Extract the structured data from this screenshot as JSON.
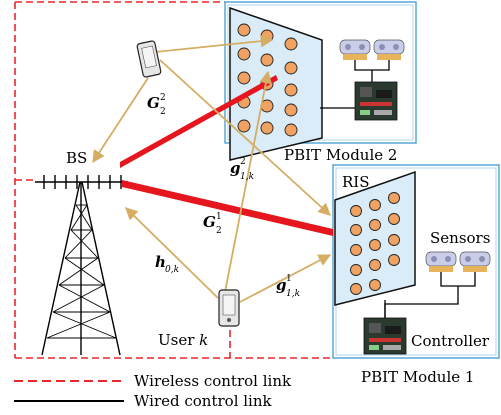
{
  "labels": {
    "bs": "BS",
    "ris": "RIS",
    "sensors": "Sensors",
    "controller": "Controller",
    "user": "User",
    "user_index": "k",
    "module1": "PBIT Module 1",
    "module2": "PBIT Module 2"
  },
  "channels": {
    "G2_2": {
      "base": "G",
      "sub": "2",
      "sup": "2"
    },
    "G2_1": {
      "base": "G",
      "sub": "2",
      "sup": "1"
    },
    "g1k_2": {
      "base": "g",
      "sub": "1,k",
      "sup": "2"
    },
    "g1k_1": {
      "base": "g",
      "sub": "1,k",
      "sup": "1"
    },
    "h0k": {
      "base": "h",
      "sub": "0,k",
      "sup": ""
    }
  },
  "legend": [
    {
      "label": "Wireless control link",
      "style": "dashed",
      "color": "#e8262b"
    },
    {
      "label": "Wired control link",
      "style": "solid",
      "color": "#000000"
    }
  ],
  "colors": {
    "wireless": "#e8262b",
    "module_border": "#58a8d8",
    "ris_panel": "#d9ecf7",
    "ris_element": "#f0a262",
    "signal": "#d5ad63",
    "strong_link": "#e5161d"
  }
}
